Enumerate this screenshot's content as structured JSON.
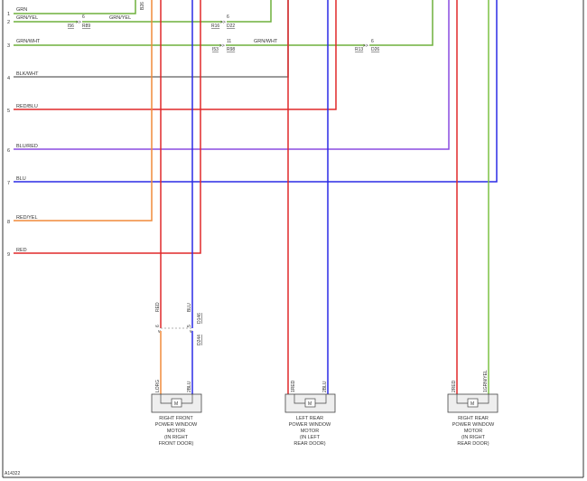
{
  "colors": {
    "green": "#6fb13c",
    "green_light": "#7dc243",
    "gray": "#7a7a7a",
    "red": "#e0282a",
    "blue": "#2a2ae6",
    "purple": "#8a4ce0",
    "orange": "#f08a3a",
    "frame": "#333333"
  },
  "rows": [
    {
      "num": "1",
      "label": "GRN"
    },
    {
      "num": "2",
      "label": "GRN/YEL"
    },
    {
      "num": "3",
      "label": "GRN/WHT"
    },
    {
      "num": "4",
      "label": "BLK/WHT"
    },
    {
      "num": "5",
      "label": "RED/BLU"
    },
    {
      "num": "6",
      "label": "BLU/RED"
    },
    {
      "num": "7",
      "label": "BLU"
    },
    {
      "num": "8",
      "label": "RED/YEL"
    },
    {
      "num": "9",
      "label": "RED"
    }
  ],
  "row2_connectors": {
    "pin_a": "6",
    "conn_a1": "I56",
    "conn_a2": "R89",
    "wire_label": "GRN/YEL",
    "pin_b": "6",
    "conn_b1": "R16",
    "conn_b2": "D22"
  },
  "row3_connectors": {
    "pin_a": "11",
    "conn_a1": "I53",
    "conn_a2": "R98",
    "wire_label": "GRN/WHT",
    "pin_b": "6",
    "conn_b1": "R13",
    "conn_b2": "D26"
  },
  "top_vertical_label": "B26",
  "front_door": {
    "wire_left": "RED",
    "wire_right": "BLU",
    "conn_top": "D146",
    "pin_left": "6",
    "pin_right": "5",
    "conn_bottom": "D244",
    "motor_left_label": "LORG",
    "motor_right_label": "2BLU",
    "motor_symbol": "M",
    "caption": [
      "RIGHT FRONT",
      "POWER WINDOW",
      "MOTOR",
      "(IN RIGHT",
      "FRONT DOOR)"
    ]
  },
  "left_rear": {
    "motor_left_label": "1RED",
    "motor_right_label": "2BLU",
    "motor_symbol": "M",
    "caption": [
      "LEFT REAR",
      "POWER WINDOW",
      "MOTOR",
      "(IN LEFT",
      "REAR DOOR)"
    ]
  },
  "right_rear": {
    "motor_left_label": "2RED",
    "motor_right_label": "1GRN/YEL",
    "motor_symbol": "M",
    "caption": [
      "RIGHT REAR",
      "POWER WINDOW",
      "MOTOR",
      "(IN RIGHT",
      "REAR DOOR)"
    ]
  },
  "figure_id": "A14322"
}
